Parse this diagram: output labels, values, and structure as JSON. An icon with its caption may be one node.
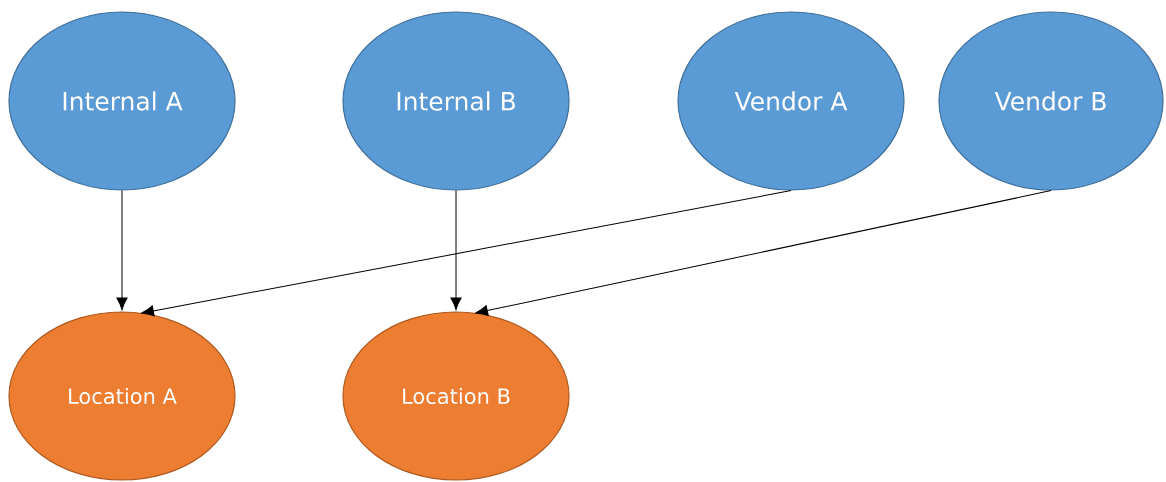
{
  "diagram": {
    "nodes": [
      {
        "text": [
          "Internal A"
        ]
      },
      {
        "text": [
          "Internal B"
        ]
      },
      {
        "text": [
          "Vendor A"
        ]
      },
      {
        "text": [
          "Vendor B"
        ]
      },
      {
        "text": [
          "Location A"
        ]
      },
      {
        "text": [
          "Location B"
        ]
      }
    ],
    "edges": [
      {
        "from": 0,
        "to": 4,
        "arrow": "to"
      },
      {
        "from": 1,
        "to": 5,
        "arrow": "to"
      },
      {
        "from": 2,
        "to": 4,
        "arrow": "to"
      },
      {
        "from": 3,
        "to": 5,
        "arrow": "to"
      }
    ]
  }
}
